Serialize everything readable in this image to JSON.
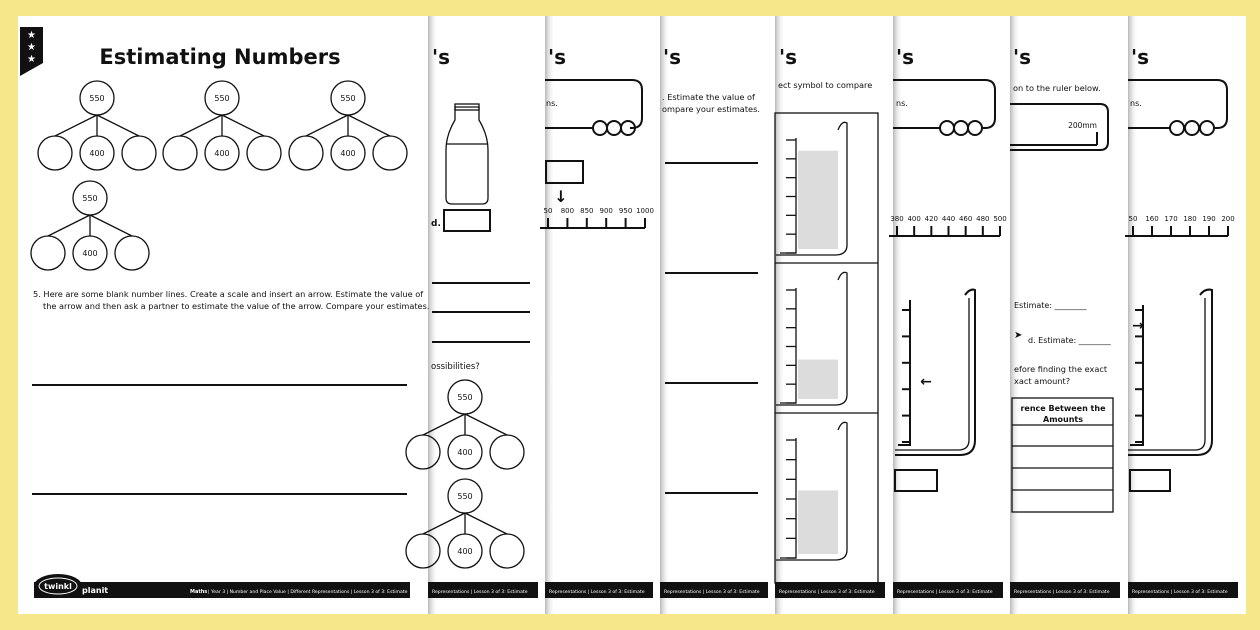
{
  "page1": {
    "title": "Estimating Numbers",
    "part_whole": [
      {
        "whole": "550",
        "part": "400"
      },
      {
        "whole": "550",
        "part": "400"
      },
      {
        "whole": "550",
        "part": "400"
      },
      {
        "whole": "550",
        "part": "400"
      }
    ],
    "question_line1": "5. Here are some blank number lines. Create a scale and insert an arrow. Estimate the value of",
    "question_line2": "the arrow and then ask a partner to estimate the value of the arrow. Compare your estimates.",
    "footer": {
      "logo": "twinkl",
      "brand": "planit",
      "subject": "Maths",
      "details": "| Year 3 | Number and Place Value | Different Representations | Lesson 3 of 3: Estimate"
    }
  },
  "strip_title": "'s",
  "strip_footer": "Representations | Lesson 3 of 3: Estimate",
  "page2": {
    "answer_label": "d.",
    "question": "ossibilities?",
    "part_whole": [
      {
        "whole": "550",
        "part": "400"
      },
      {
        "whole": "550",
        "part": "400"
      }
    ]
  },
  "page3": {
    "box_text": "ns.",
    "ruler_labels": [
      "50",
      "800",
      "850",
      "900",
      "950",
      "1000"
    ]
  },
  "page4": {
    "line1": ". Estimate the value of",
    "line2": "ompare your estimates."
  },
  "page5": {
    "instruction": "ect symbol to compare",
    "beaker_fill_levels": [
      0.9,
      0.35,
      0.55
    ]
  },
  "page6": {
    "box_text": "ns.",
    "ruler_labels": [
      "380",
      "400",
      "420",
      "440",
      "460",
      "480",
      "500"
    ]
  },
  "page7": {
    "instruction": "on to the ruler below.",
    "ruler_end": "200mm",
    "estimate_c": "Estimate: ________",
    "estimate_d": "d. Estimate: ________",
    "question_line1": "efore finding the exact",
    "question_line2": "xact amount?",
    "table_header_line1": "rence Between the",
    "table_header_line2": "Amounts"
  },
  "page8": {
    "box_text": "ns.",
    "ruler_labels": [
      "50",
      "160",
      "170",
      "180",
      "190",
      "200"
    ]
  }
}
